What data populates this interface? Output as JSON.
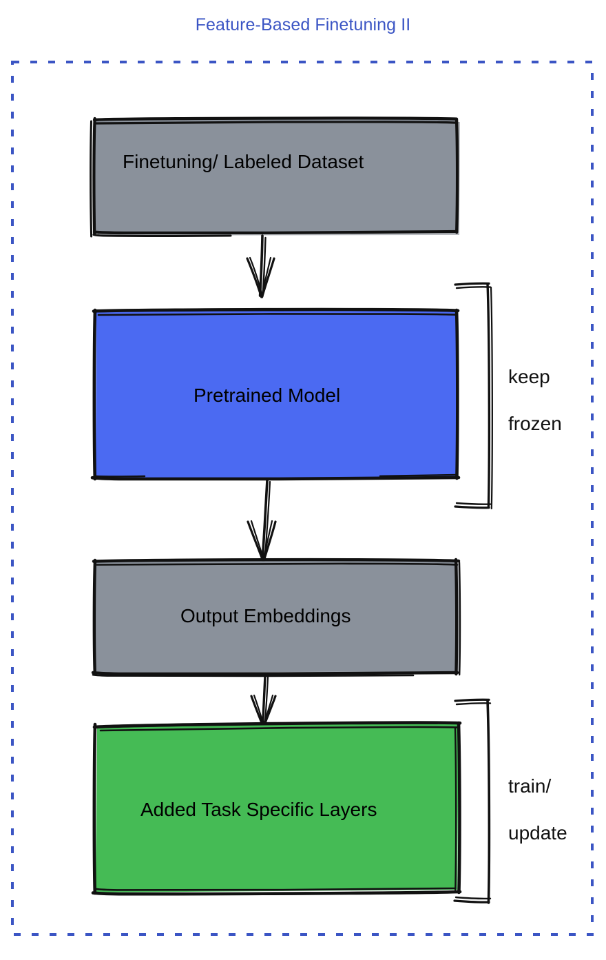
{
  "diagram": {
    "title": "Feature-Based Finetuning II",
    "title_color": "#3b55c4",
    "frame": {
      "style": "dashed",
      "color": "#3b55c4",
      "name": "outer-dashed-frame"
    },
    "nodes": [
      {
        "id": "finetuning-dataset",
        "label": "Finetuning/ Labeled Dataset",
        "fill": "#8a919b",
        "stroke": "#000000",
        "shape": "rectangle",
        "text_color": "#000000"
      },
      {
        "id": "pretrained-model",
        "label": "Pretrained Model",
        "fill": "#4b6af2",
        "stroke": "#000000",
        "shape": "rectangle",
        "text_color": "#000000"
      },
      {
        "id": "output-embeddings",
        "label": "Output Embeddings",
        "fill": "#8a919b",
        "stroke": "#000000",
        "shape": "rectangle",
        "text_color": "#000000"
      },
      {
        "id": "added-task-specific-layers",
        "label": "Added Task Specific Layers",
        "fill": "#45bb55",
        "stroke": "#000000",
        "shape": "rectangle",
        "text_color": "#000000"
      }
    ],
    "edges": [
      {
        "id": "edge-dataset-to-model",
        "from": "finetuning-dataset",
        "to": "pretrained-model",
        "label": ""
      },
      {
        "id": "edge-model-to-embeddings",
        "from": "pretrained-model",
        "to": "output-embeddings",
        "label": ""
      },
      {
        "id": "edge-embeddings-to-layers",
        "from": "output-embeddings",
        "to": "added-task-specific-layers",
        "label": ""
      }
    ],
    "annotations": [
      {
        "id": "keep-frozen",
        "line1": "keep",
        "line2": "frozen",
        "target": "pretrained-model",
        "bracket": "right-curly"
      },
      {
        "id": "train-update",
        "line1": "train/",
        "line2": "update",
        "target": "added-task-specific-layers",
        "bracket": "right-curly"
      }
    ]
  }
}
